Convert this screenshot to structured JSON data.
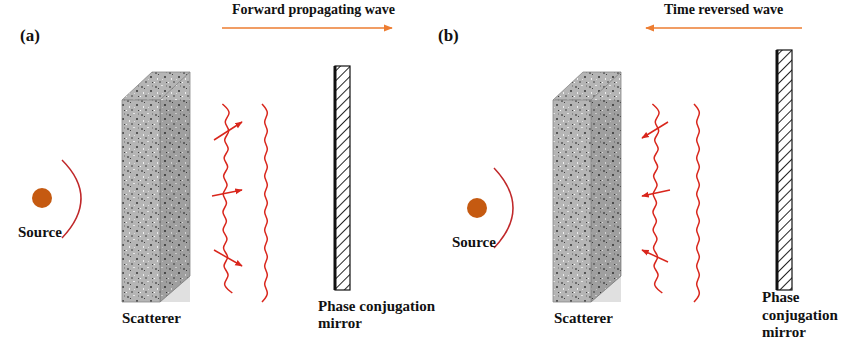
{
  "diagram": {
    "labels": [
      "(a)",
      "Forward propagating wave",
      "Source",
      "Scatterer",
      "Phase conjugation mirror",
      "(b)",
      "Time reversed wave",
      "Source",
      "Scatterer",
      "Phase conjugation mirror"
    ]
  }
}
